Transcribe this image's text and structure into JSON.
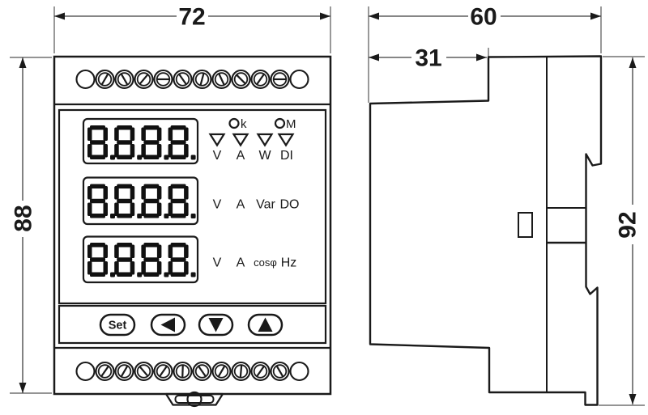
{
  "drawing_colors": {
    "line": "#1a1a1a",
    "background": "#ffffff"
  },
  "dimensions": {
    "front_width": "72",
    "front_height": "88",
    "side_depth_total": "60",
    "side_depth_front": "31",
    "side_height": "92"
  },
  "front": {
    "terminals": {
      "top": {
        "count": 12,
        "screw_slot_angles_deg": [
          60,
          -60,
          50,
          0,
          -55,
          75,
          -65,
          -45,
          55,
          0
        ]
      },
      "bottom": {
        "count": 12,
        "screw_slot_angles_deg": [
          55,
          60,
          -50,
          55,
          88,
          -55,
          60,
          85,
          55,
          -60
        ]
      }
    },
    "displays": [
      {
        "value": "8.8.8.8."
      },
      {
        "value": "8.8.8.8."
      },
      {
        "value": "8.8.8.8."
      }
    ],
    "indicators": {
      "kilo_label": "k",
      "mega_label": "M",
      "row1_units": [
        "V",
        "A",
        "W",
        "DI"
      ],
      "row2_units": [
        "V",
        "A",
        "Var",
        "DO"
      ],
      "row3_units": [
        "V",
        "A",
        "cosφ",
        "Hz"
      ]
    },
    "buttons": {
      "set_label": "Set",
      "arrow_buttons": [
        "left",
        "down",
        "up"
      ]
    }
  }
}
